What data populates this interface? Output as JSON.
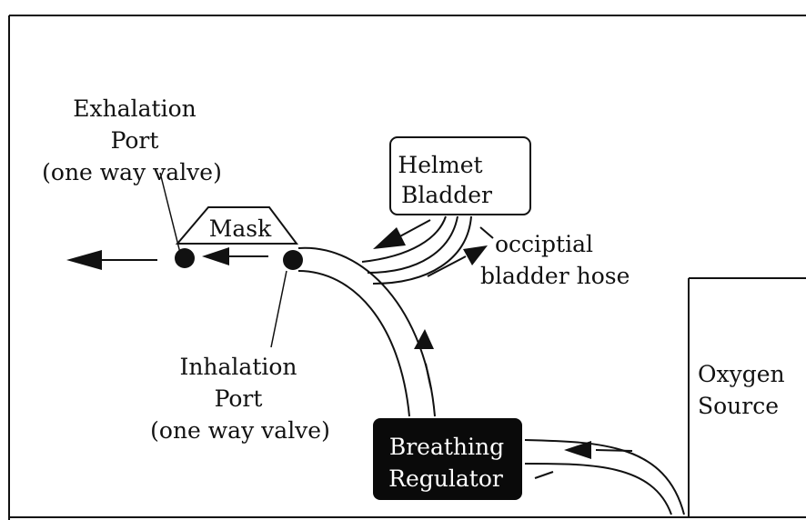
{
  "labels": {
    "exhalation_port": [
      "Exhalation",
      "Port",
      "(one way valve)"
    ],
    "mask": "Mask",
    "helmet_bladder": [
      "Helmet",
      "Bladder"
    ],
    "occipital_hose": [
      "occiptial",
      "bladder hose"
    ],
    "inhalation_port": [
      "Inhalation",
      "Port",
      "(one way valve)"
    ],
    "oxygen_source": [
      "Oxygen",
      "Source"
    ],
    "breathing_regulator": [
      "Breathing",
      "Regulator"
    ]
  },
  "colors": {
    "ink": "#111111",
    "background": "#ffffff",
    "regulator_fill": "#0a0a0a",
    "regulator_text": "#ffffff"
  }
}
